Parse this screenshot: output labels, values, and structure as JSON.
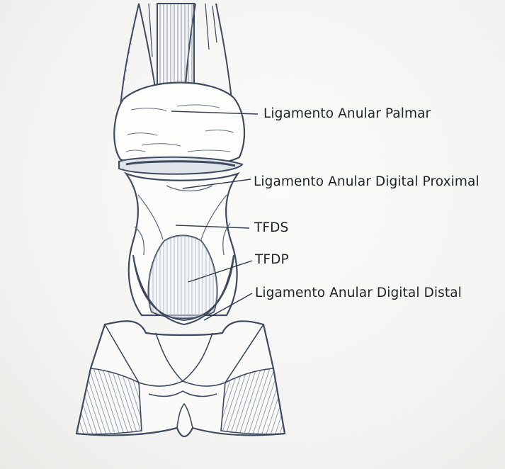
{
  "figure": {
    "labels": {
      "palmar": "Ligamento Anular Palmar",
      "proximal": "Ligamento Anular Digital Proximal",
      "tfds": "TFDS",
      "tfdp": "TFDP",
      "distal": "Ligamento Anular Digital Distal"
    },
    "colors": {
      "background": "#f4f4f2",
      "outline": "#3d4a5f",
      "hatch": "#6f7d92",
      "label_text": "#1f2227"
    }
  }
}
